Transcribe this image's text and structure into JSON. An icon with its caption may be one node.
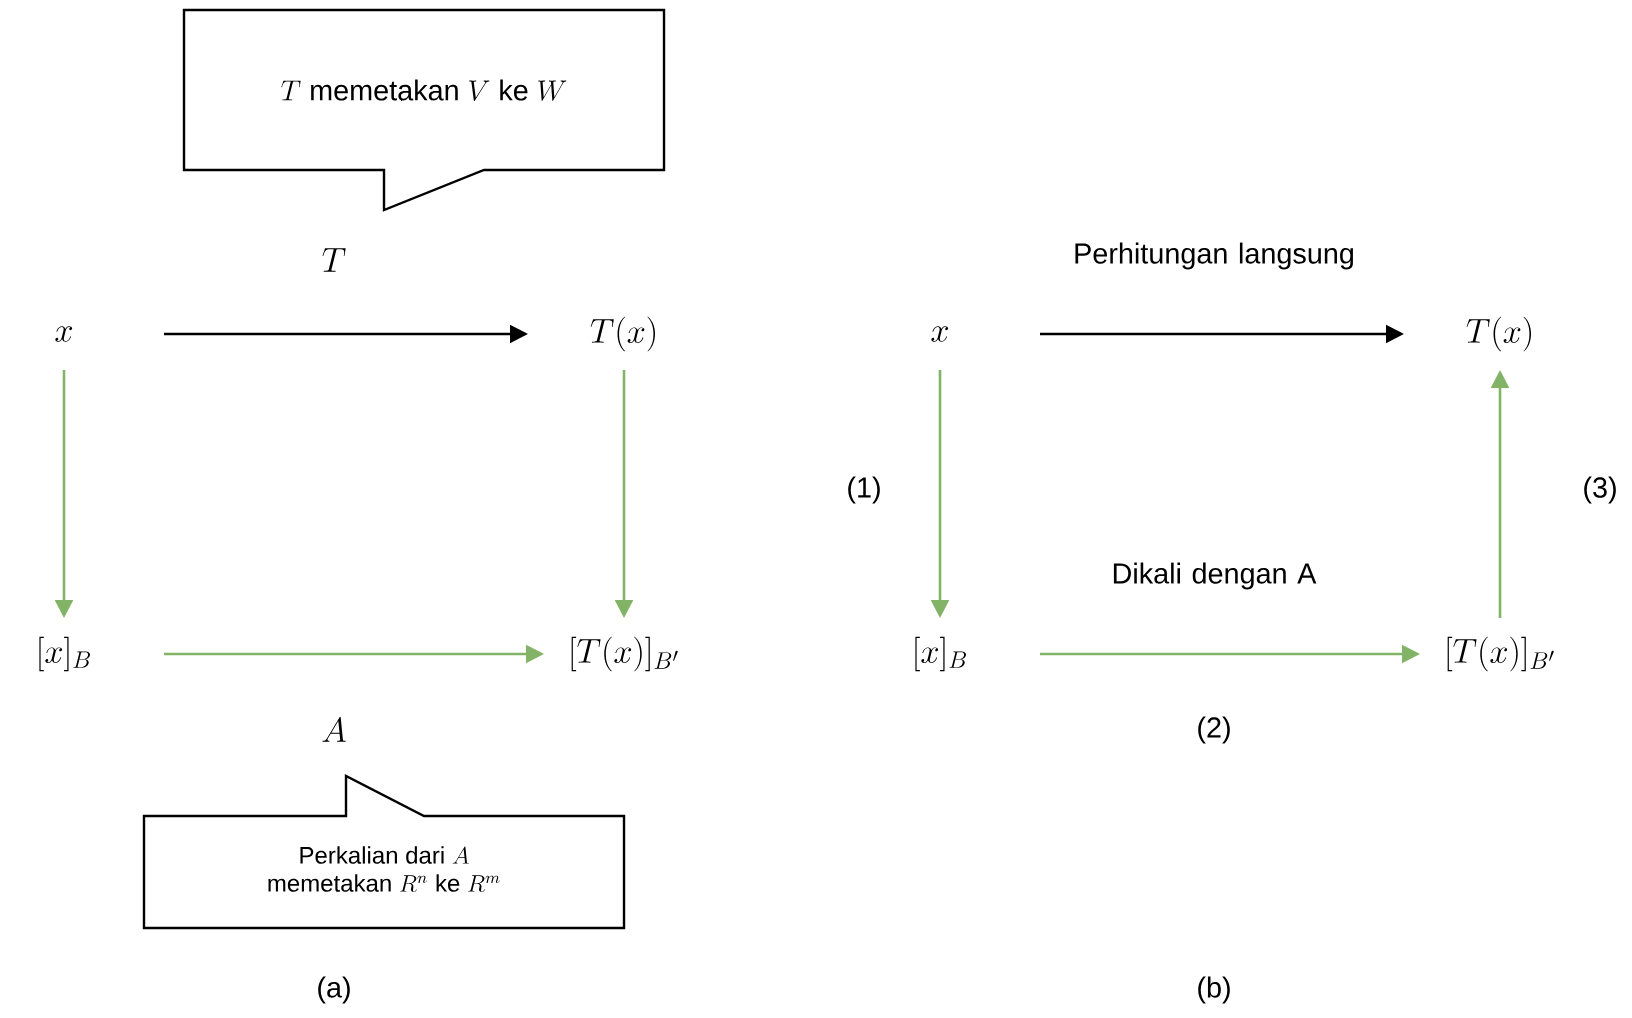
{
  "diagram": {
    "nodes": [
      {
        "text": [
          "T\\text{ memetakan }V\\text{ ke }W"
        ]
      },
      {
        "text": [
          "x"
        ]
      },
      {
        "text": [
          "T(x)"
        ]
      },
      {
        "text": [
          "[x]_B"
        ]
      },
      {
        "text": [
          "[T(x)]_{B'}"
        ]
      },
      {
        "text": [
          "\\begin{array}{c}\\text{Perkalian dari }A\\\\ \\text{memetakan }R^n\\text{ ke }R^m\\end{array}"
        ]
      },
      {
        "text": [
          "x"
        ]
      },
      {
        "text": [
          "T(x)"
        ]
      },
      {
        "text": [
          "[x]_B"
        ]
      },
      {
        "text": [
          "[T(x)]_{B'}"
        ]
      }
    ],
    "edges": [
      {
        "from": 1,
        "to": 2,
        "arrow": "to",
        "label": "T",
        "color": "#000000"
      },
      {
        "from": 1,
        "to": 3,
        "arrow": "to"
      },
      {
        "from": 2,
        "to": 4,
        "arrow": "to"
      },
      {
        "from": 3,
        "to": 4,
        "arrow": "to",
        "label": "A"
      },
      {
        "from": 6,
        "to": 7,
        "arrow": "to",
        "label": "Perhitungan langsung",
        "color": "#000000"
      },
      {
        "from": 6,
        "to": 8,
        "arrow": "to"
      },
      {
        "from": 8,
        "to": 9,
        "arrow": "to",
        "label": "Dikali dengan A"
      },
      {
        "from": 9,
        "to": 7,
        "arrow": "to"
      }
    ],
    "labels": [
      "(1)",
      "(3)",
      "(2)",
      "(a)",
      "(b)"
    ]
  }
}
